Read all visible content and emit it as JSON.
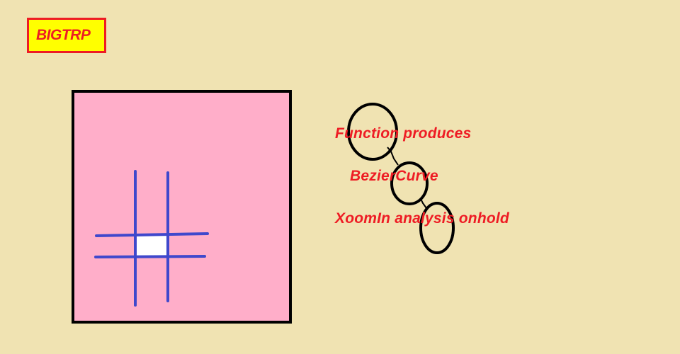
{
  "logo": {
    "text": "BIGTRP"
  },
  "notes": [
    "Function produces",
    "BezierCurve",
    "XoomIn analysis onhold"
  ],
  "colors": {
    "background": "#F0E3B2",
    "logo_fill": "#FFFF00",
    "accent_red": "#EE1C24",
    "canvas_fill": "#FFAEC9",
    "grid_lines": "#3F48CC",
    "center_cell": "#FFFFFF",
    "outline": "#000000"
  }
}
